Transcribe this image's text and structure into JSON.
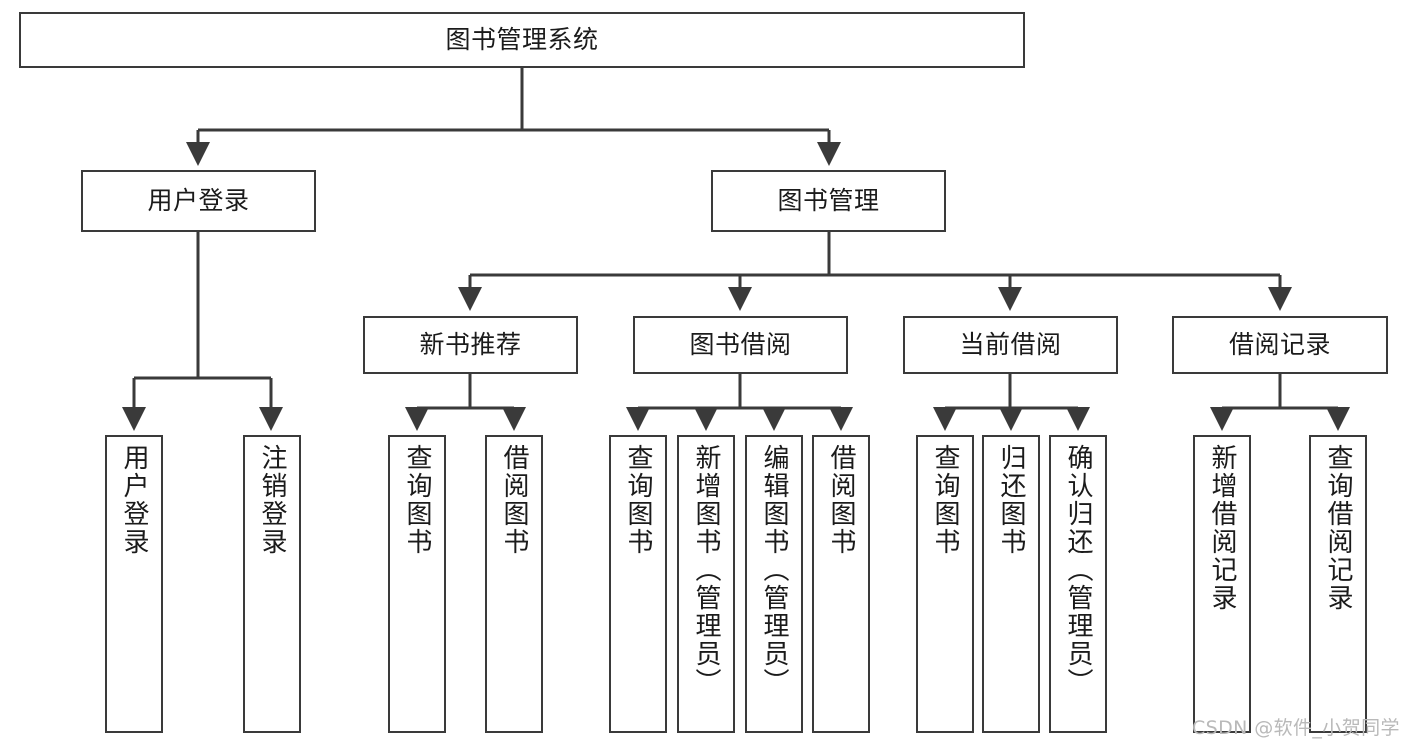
{
  "diagram": {
    "title": "图书管理系统",
    "type": "functional-decomposition-tree",
    "root": {
      "id": "root",
      "label": "图书管理系统"
    },
    "level2": [
      {
        "id": "user-login",
        "label": "用户登录"
      },
      {
        "id": "book-manage",
        "label": "图书管理"
      }
    ],
    "level3": [
      {
        "id": "new-book-rec",
        "label": "新书推荐"
      },
      {
        "id": "book-borrow",
        "label": "图书借阅"
      },
      {
        "id": "current-borrow",
        "label": "当前借阅"
      },
      {
        "id": "borrow-record",
        "label": "借阅记录"
      }
    ],
    "leaves": [
      {
        "id": "leaf-user-login",
        "label": "用户登录",
        "parent": "user-login"
      },
      {
        "id": "leaf-user-logout",
        "label": "注销登录",
        "parent": "user-login"
      },
      {
        "id": "leaf-query-book-1",
        "label": "查询图书",
        "parent": "new-book-rec"
      },
      {
        "id": "leaf-borrow-book-1",
        "label": "借阅图书",
        "parent": "new-book-rec"
      },
      {
        "id": "leaf-query-book-2",
        "label": "查询图书",
        "parent": "book-borrow"
      },
      {
        "id": "leaf-add-book",
        "label": "新增图书（管理员）",
        "parent": "book-borrow"
      },
      {
        "id": "leaf-edit-book",
        "label": "编辑图书（管理员）",
        "parent": "book-borrow"
      },
      {
        "id": "leaf-borrow-book-2",
        "label": "借阅图书",
        "parent": "book-borrow"
      },
      {
        "id": "leaf-query-book-3",
        "label": "查询图书",
        "parent": "current-borrow"
      },
      {
        "id": "leaf-return-book",
        "label": "归还图书",
        "parent": "current-borrow"
      },
      {
        "id": "leaf-confirm-return",
        "label": "确认归还（管理员）",
        "parent": "current-borrow"
      },
      {
        "id": "leaf-add-record",
        "label": "新增借阅记录",
        "parent": "borrow-record"
      },
      {
        "id": "leaf-query-record",
        "label": "查询借阅记录",
        "parent": "borrow-record"
      }
    ],
    "colors": {
      "stroke": "#3a3a3a",
      "fill": "#ffffff",
      "text": "#1b1b1b",
      "watermark": "#b9b9b9"
    }
  },
  "watermark": {
    "text": "CSDN @软件_小贺同学"
  }
}
